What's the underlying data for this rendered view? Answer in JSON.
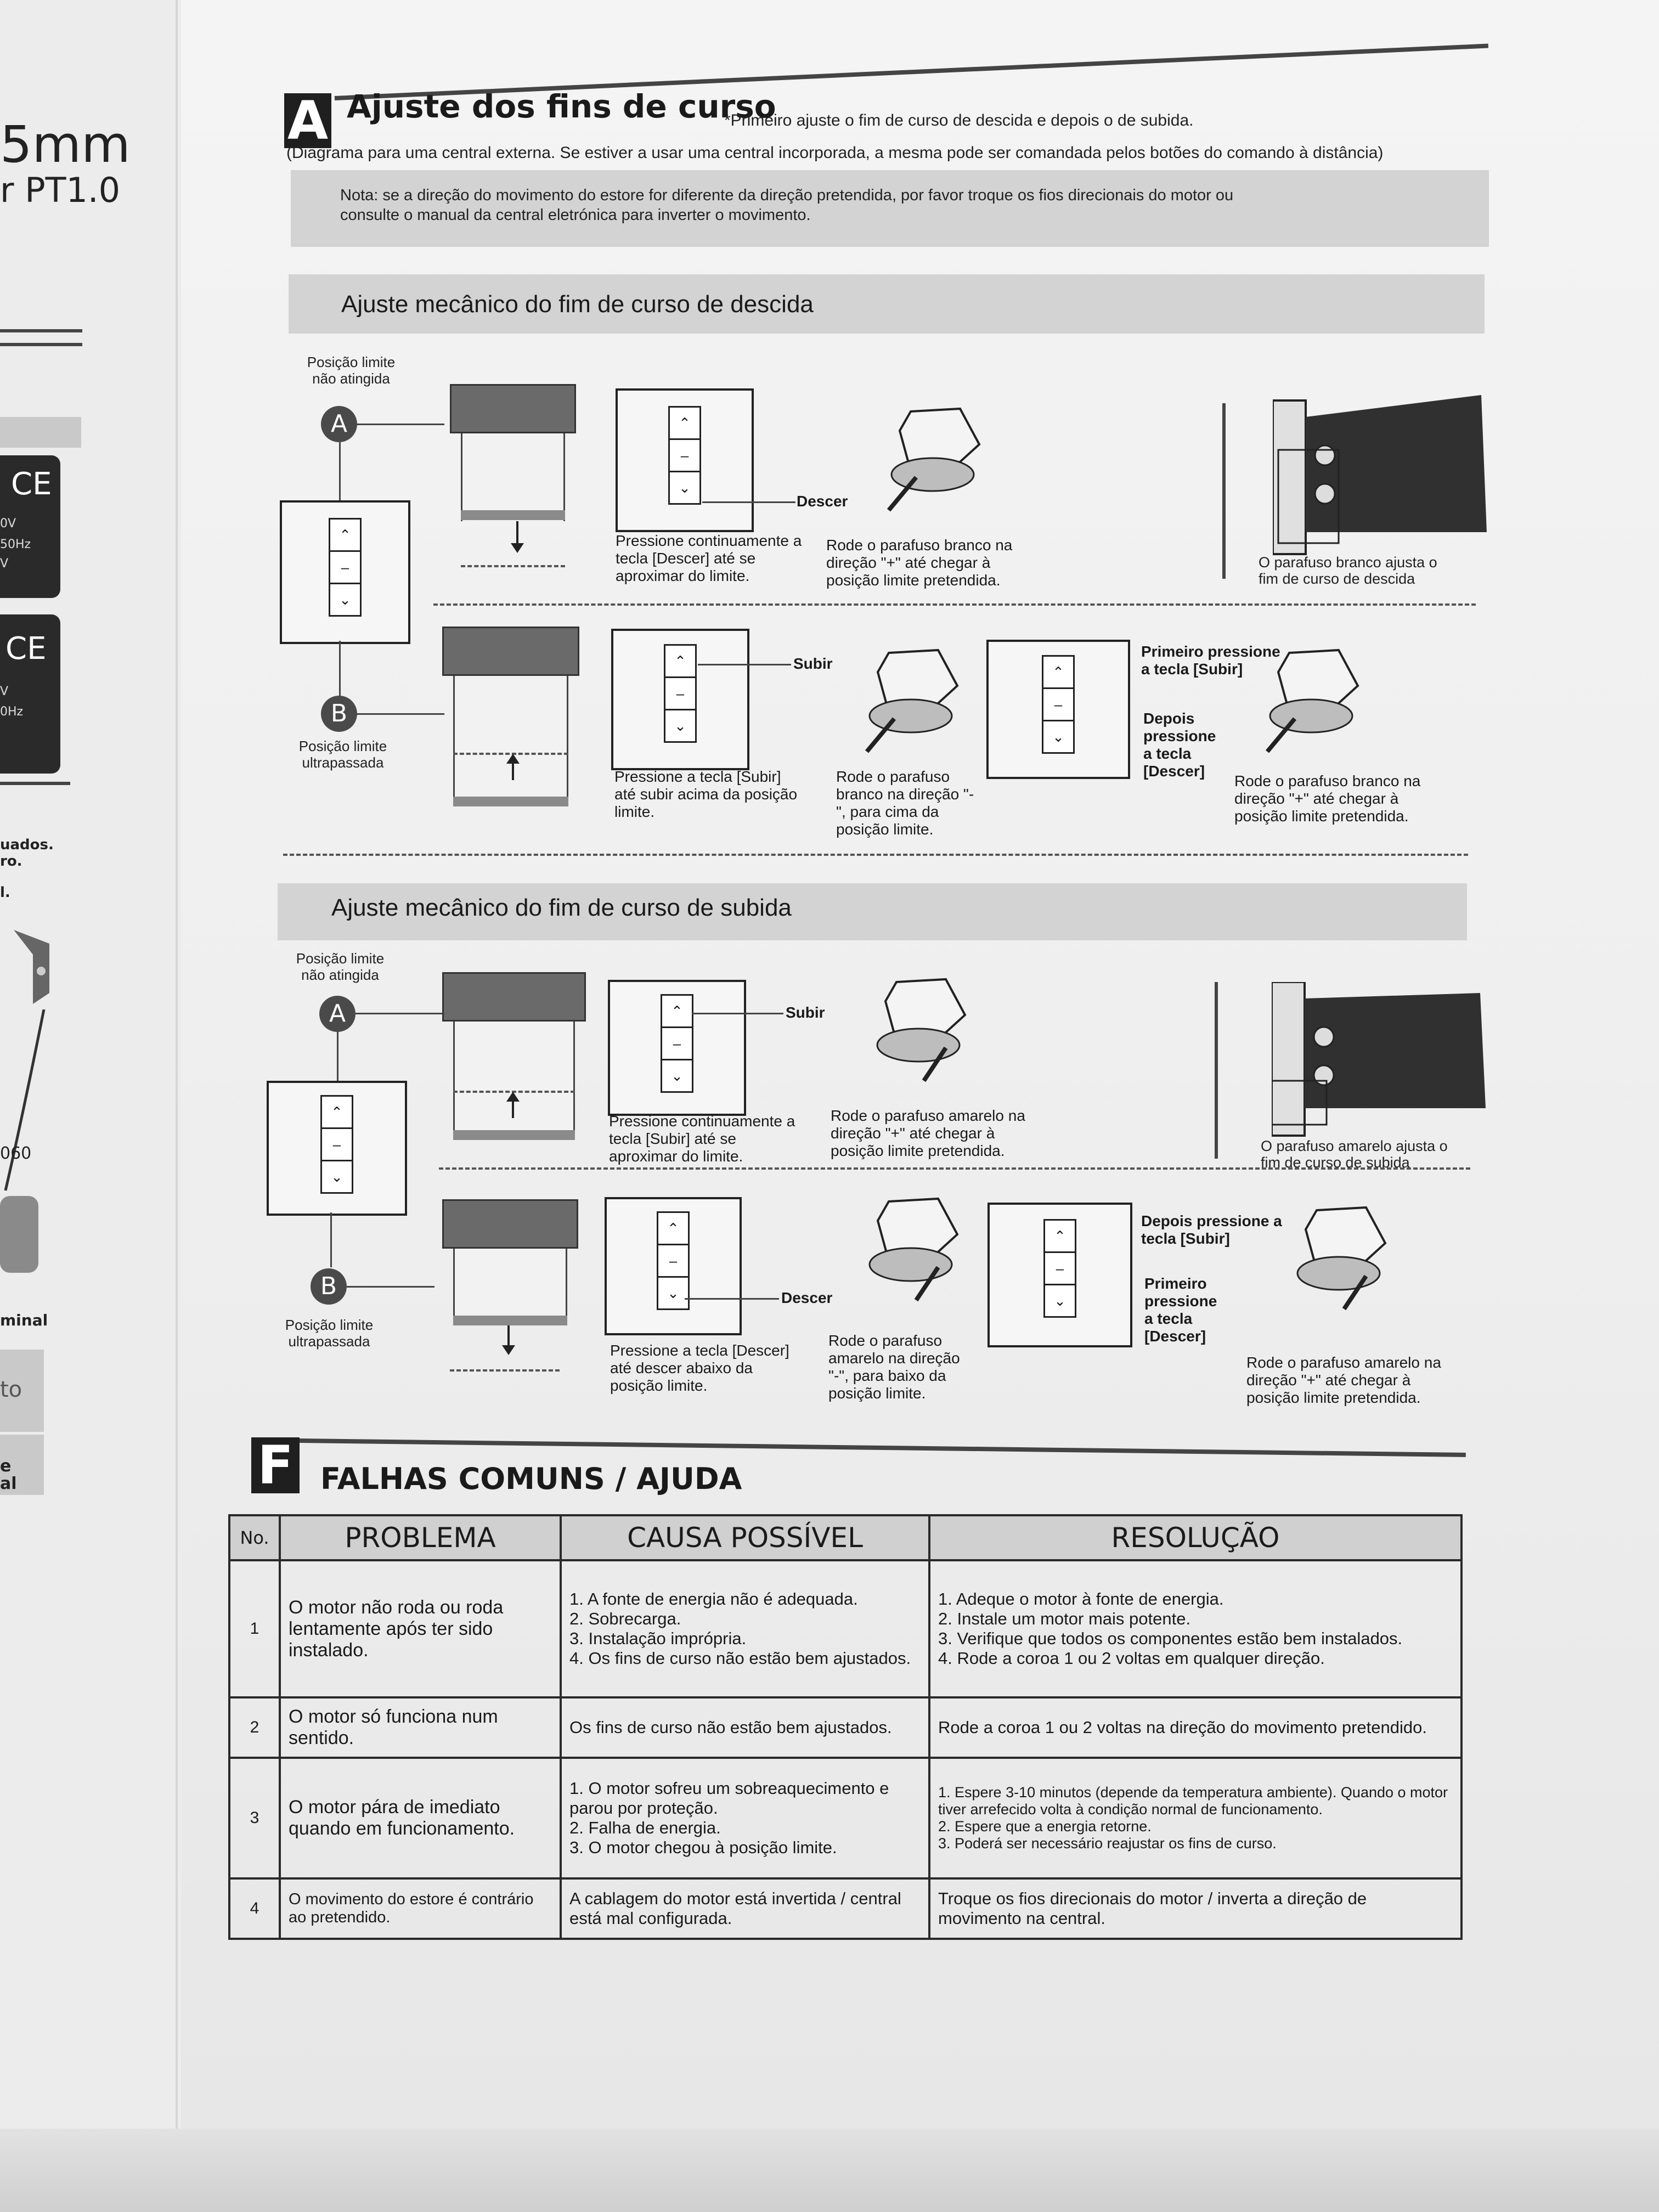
{
  "left_page": {
    "size_label": "5mm",
    "model_label": "r PT1.0",
    "ce_mark_1": "CE",
    "voltage_1": "0V",
    "freq_1": "50Hz",
    "unit_1": "V",
    "ce_mark_2": "CE",
    "unit_2": "V",
    "freq_2": "0Hz",
    "text_1": "uados.",
    "text_2": "ro.",
    "text_3": "l.",
    "num_label": "060",
    "terminal_label": "minal",
    "to_label": "to",
    "e_label": "e",
    "al_label": "al"
  },
  "section_a": {
    "letter": "A",
    "title": "Ajuste dos fins de curso",
    "title_note": "*Primeiro ajuste o fim de curso de descida e depois o de subida.",
    "diagram_note": "(Diagrama para uma central externa. Se estiver a usar uma central incorporada, a mesma pode ser comandada pelos botões do comando à distância)",
    "nota": "Nota: se a direção do movimento do estore for diferente da direção pretendida, por favor troque os fios direcionais do motor ou consulte o manual da central eletrónica para inverter o movimento."
  },
  "descida": {
    "heading": "Ajuste mecânico do fim de curso de descida",
    "pos_a_label": "Posição limite não atingida",
    "pos_b_label": "Posição limite ultrapassada",
    "marker_a": "A",
    "marker_b": "B",
    "a_button_label": "Descer",
    "a_press_text": "Pressione continuamente a tecla [Descer] até se aproximar do limite.",
    "a_rotate_text": "Rode o parafuso branco na direção \"+\" até chegar à posição limite pretendida.",
    "a_screw_caption": "O parafuso branco ajusta o fim de curso de descida",
    "b_button_label": "Subir",
    "b_press_text": "Pressione a tecla [Subir] até subir acima da posição limite.",
    "b_rotate_text": "Rode o parafuso branco na direção \"-\", para cima da posição limite.",
    "b_first_text": "Primeiro pressione a tecla [Subir]",
    "b_then_text": "Depois pressione a tecla [Descer]",
    "b_final_text": "Rode o parafuso branco na direção \"+\" até chegar à posição limite pretendida."
  },
  "subida": {
    "heading": "Ajuste mecânico do fim de curso de subida",
    "pos_a_label": "Posição limite não atingida",
    "pos_b_label": "Posição limite ultrapassada",
    "marker_a": "A",
    "marker_b": "B",
    "a_button_label": "Subir",
    "a_press_text": "Pressione continuamente a tecla [Subir] até se aproximar do limite.",
    "a_rotate_text": "Rode o parafuso amarelo na direção \"+\" até chegar à posição limite pretendida.",
    "a_screw_caption": "O parafuso amarelo ajusta o fim de curso de subida",
    "b_button_label": "Descer",
    "b_press_text": "Pressione a tecla [Descer] até descer abaixo da posição limite.",
    "b_rotate_text": "Rode o parafuso amarelo na direção \"-\", para baixo da posição limite.",
    "b_then_text": "Depois pressione a tecla [Subir]",
    "b_first_text": "Primeiro pressione a tecla [Descer]",
    "b_final_text": "Rode o parafuso amarelo na direção \"+\" até chegar à posição limite pretendida."
  },
  "section_f": {
    "letter": "F",
    "title": "FALHAS COMUNS / AJUDA",
    "headers": [
      "No.",
      "PROBLEMA",
      "CAUSA POSSÍVEL",
      "RESOLUÇÃO"
    ],
    "rows": [
      {
        "no": "1",
        "problem": "O motor não roda ou roda lentamente após ter sido instalado.",
        "cause": "1. A fonte de energia não é adequada.\n2. Sobrecarga.\n3. Instalação imprópria.\n4. Os fins de curso não estão bem ajustados.",
        "resolution": "1. Adeque o motor à fonte de energia.\n2. Instale um motor mais potente.\n3. Verifique que todos os componentes estão bem instalados.\n4. Rode a coroa 1 ou 2 voltas em qualquer direção."
      },
      {
        "no": "2",
        "problem": "O motor só funciona num sentido.",
        "cause": "Os fins de curso não estão bem ajustados.",
        "resolution": "Rode a coroa 1 ou 2 voltas na direção do movimento pretendido."
      },
      {
        "no": "3",
        "problem": "O motor pára de imediato quando em funcionamento.",
        "cause": "1. O motor sofreu um sobreaquecimento e parou por proteção.\n2. Falha de energia.\n3. O motor chegou à posição limite.",
        "resolution": "1. Espere 3-10 minutos (depende da temperatura ambiente). Quando o motor tiver arrefecido volta à condição normal de funcionamento.\n2. Espere que a energia retorne.\n3. Poderá ser necessário reajustar os fins de curso."
      },
      {
        "no": "4",
        "problem": "O movimento do estore é contrário ao pretendido.",
        "cause": "A cablagem do motor está invertida / central está mal configurada.",
        "resolution": "Troque os fios direcionais do motor / inverta a direção de movimento na central."
      }
    ]
  },
  "colors": {
    "ink": "#1a1a1a",
    "paper": "#f0f0f0",
    "grey_band": "#d3d3d3"
  }
}
